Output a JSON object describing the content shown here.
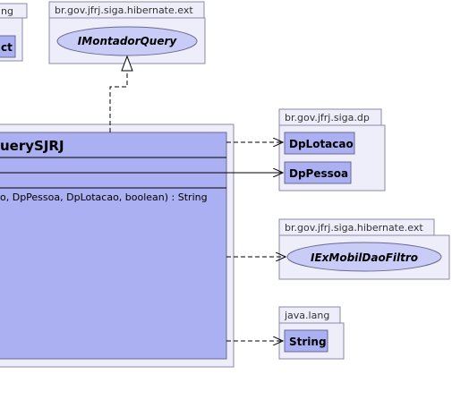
{
  "packages": {
    "left_partial": {
      "label": "ng",
      "class_label": "ct"
    },
    "montador": {
      "label": "br.gov.jfrj.siga.hibernate.ext",
      "interface_label": "IMontadorQuery"
    },
    "dp": {
      "label": "br.gov.jfrj.siga.dp",
      "classes": [
        "DpLotacao",
        "DpPessoa"
      ]
    },
    "filtro": {
      "label": "br.gov.jfrj.siga.hibernate.ext",
      "interface_label": "IExMobilDaoFiltro"
    },
    "lang": {
      "label": "java.lang",
      "class_label": "String"
    }
  },
  "main_class": {
    "title": "uerySJRJ",
    "method": "o, DpPessoa, DpLotacao, boolean) : String"
  }
}
